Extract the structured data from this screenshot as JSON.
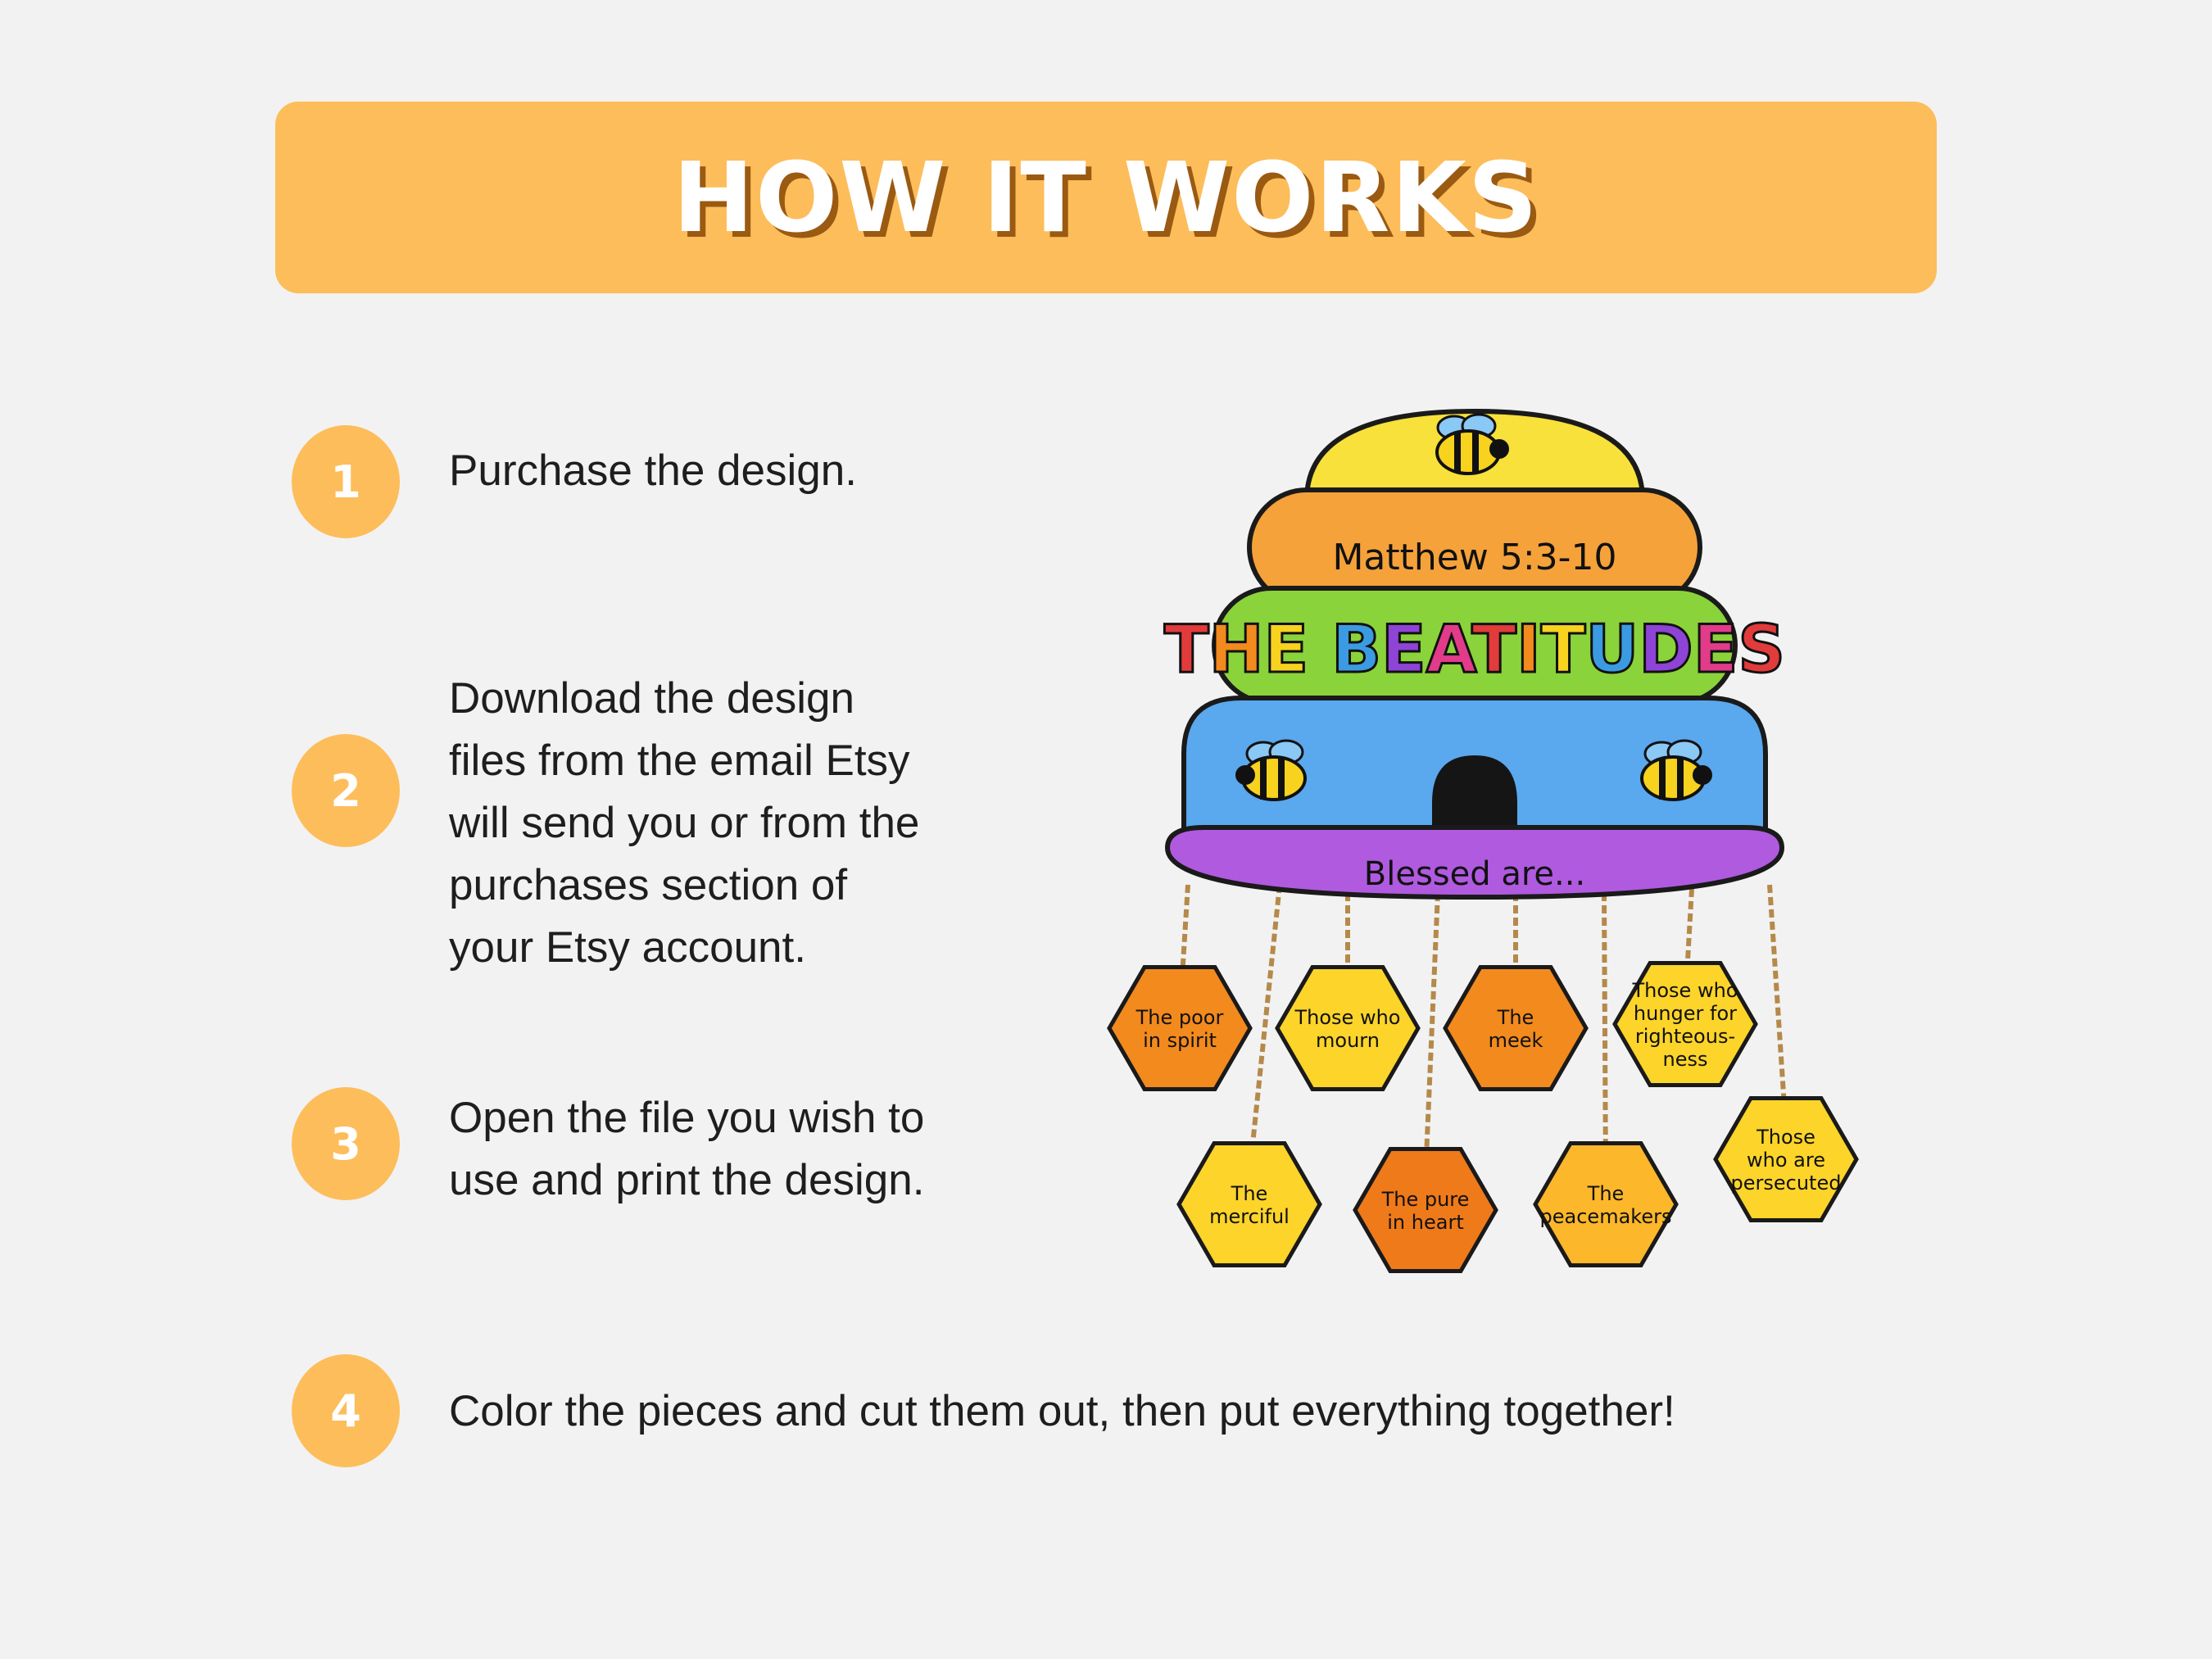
{
  "header": {
    "title": "HOW IT WORKS"
  },
  "steps": [
    {
      "number": "1",
      "text": "Purchase the design."
    },
    {
      "number": "2",
      "lines": [
        "Download the design",
        "files from the email Etsy",
        "will send you or from the",
        "purchases section of",
        "your Etsy account."
      ]
    },
    {
      "number": "3",
      "lines": [
        "Open the file you wish to",
        "use and print the design."
      ]
    },
    {
      "number": "4",
      "text": "Color the pieces and cut them out, then put everything together!"
    }
  ],
  "craft": {
    "verse": "Matthew 5:3-10",
    "title_letters": [
      "T",
      "H",
      "E",
      " ",
      "B",
      "E",
      "A",
      "T",
      "I",
      "T",
      "U",
      "D",
      "E",
      "S"
    ],
    "blessed": "Blessed are...",
    "hexagons": [
      [
        "The poor",
        "in spirit"
      ],
      [
        "Those who",
        "mourn"
      ],
      [
        "The",
        "meek"
      ],
      [
        "Those who",
        "hunger for",
        "righteous-",
        "ness"
      ],
      [
        "The",
        "merciful"
      ],
      [
        "The pure",
        "in heart"
      ],
      [
        "The",
        "peacemakers"
      ],
      [
        "Those",
        "who are",
        "persecuted"
      ]
    ]
  },
  "colors": {
    "accent": "#fdbd5a",
    "background": "#f2f2f2",
    "text": "#1e1e1e"
  }
}
